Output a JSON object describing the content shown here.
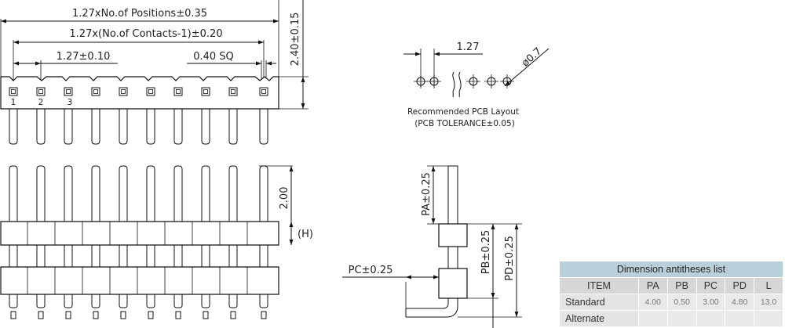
{
  "top_view": {
    "dim_positions": "1.27xNo.of Positions±0.35",
    "dim_contacts": "1.27x(No.of Contacts-1)±0.20",
    "dim_pitch": "1.27±0.10",
    "dim_square": "0.40 SQ",
    "dim_height": "2.40±0.15",
    "pin_labels": [
      "1",
      "2",
      "3"
    ]
  },
  "pcb_layout": {
    "dim_pitch": "1.27",
    "dim_hole": "ø0.7",
    "caption": "Recommended PCB Layout",
    "tolerance": "(PCB TOLERANCE±0.05)"
  },
  "front_view": {
    "dim_tip": "2.00",
    "dim_height": "(H)"
  },
  "side_view": {
    "dim_pa": "PA±0.25",
    "dim_pb": "PB±0.25",
    "dim_pd": "PD±0.25",
    "dim_pc": "PC±0.25"
  },
  "table": {
    "title": "Dimension antitheses list",
    "headers": [
      "ITEM",
      "PA",
      "PB",
      "PC",
      "PD",
      "L"
    ],
    "rows": [
      {
        "label": "Standard",
        "values": [
          "4.00",
          "0.50",
          "3.00",
          "4.80",
          "13.0"
        ]
      },
      {
        "label": "Alternate",
        "values": [
          "",
          "",
          "",
          "",
          ""
        ]
      }
    ]
  }
}
